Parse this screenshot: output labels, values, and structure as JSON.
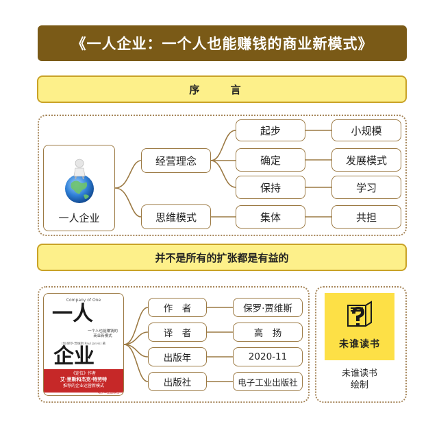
{
  "title": "《一人企业：一个人也能赚钱的商业新模式》",
  "preface": "序 言",
  "mindmap": {
    "center": "一人企业",
    "branches": [
      {
        "label": "经营理念",
        "children": [
          {
            "label": "起步",
            "result": "小规模"
          },
          {
            "label": "确定",
            "result": "发展模式"
          },
          {
            "label": "保持",
            "result": "学习"
          }
        ]
      },
      {
        "label": "思维模式",
        "children": [
          {
            "label": "集体",
            "result": "共担"
          }
        ]
      }
    ]
  },
  "warning": "并不是所有的扩张都是有益的",
  "book": {
    "cover": {
      "top_en": "Company of One",
      "big_top": "一人",
      "subtitle_lines": [
        "一个人也能赚钱的",
        "商业新模式"
      ],
      "authors_line": "(加)保罗·贾维斯(Paul Jarvis) 著",
      "big_bottom": "企业",
      "banner_lines": [
        "《定位》作者",
        "艾·里斯和杰克·特劳特",
        "推荐的企业运营新模式"
      ],
      "publisher": "电子工业出版社"
    },
    "fields": [
      {
        "key": "作　者",
        "value": "保罗·贾维斯"
      },
      {
        "key": "译　者",
        "value": "高　扬"
      },
      {
        "key": "出版年",
        "value": "2020-11"
      },
      {
        "key": "出版社",
        "value": "电子工业出版社"
      }
    ]
  },
  "brand": {
    "logo_text": "未谁读书",
    "credit_line1": "未谁读书",
    "credit_line2": "绘制"
  },
  "colors": {
    "title_bg": "#7a5a17",
    "band_bg": "#fdf08a",
    "border": "#9c7a44",
    "logo_bg": "#fde046"
  }
}
